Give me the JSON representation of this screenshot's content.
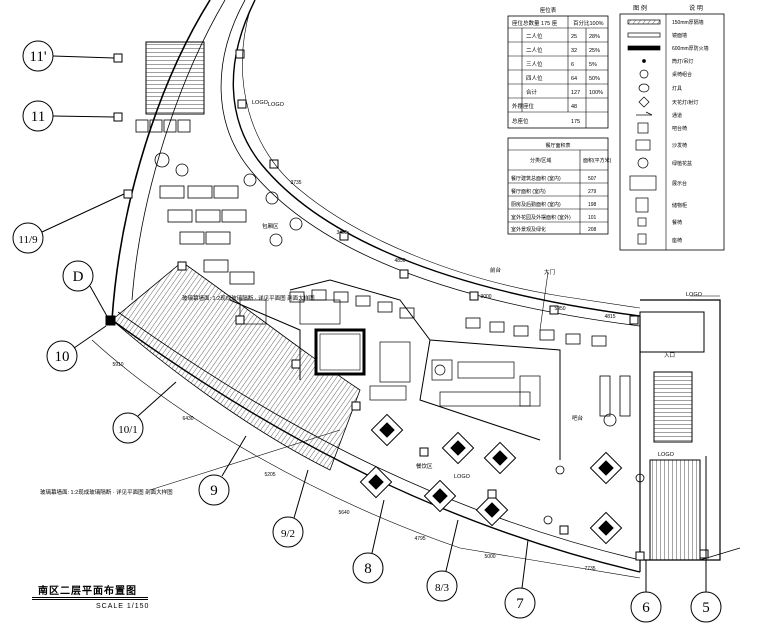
{
  "grid_labels": [
    "11'",
    "11",
    "11/9",
    "D",
    "10",
    "10/1",
    "9",
    "9/2",
    "8",
    "8/3",
    "7",
    "6",
    "5"
  ],
  "dimensions": [
    "5910",
    "6430",
    "5205",
    "5640",
    "4795",
    "5000",
    "7735",
    "3735",
    "3405",
    "4850",
    "3000",
    "5950",
    "4815"
  ],
  "labels": {
    "logo": "LOGO",
    "entrance": "入口",
    "main_entrance": "大门",
    "reception": "前台",
    "annotation_left": "玻璃幕墙面: 1:2现成玻璃隔断 · 详见平面图 剖面大样图",
    "area_a": "包厢区",
    "area_b": "餐饮区",
    "bar": "吧台"
  },
  "title_block": {
    "title": "南区二层平面布置图",
    "scale": "SCALE 1/150"
  },
  "seat_table": {
    "heading": "座位表",
    "header_row": [
      "座位总数量 175 座",
      "百分比100%"
    ],
    "rows": [
      [
        "二人位",
        "25",
        "28%"
      ],
      [
        "二人位",
        "32",
        "25%"
      ],
      [
        "三人位",
        "6",
        "5%"
      ],
      [
        "四人位",
        "64",
        "50%"
      ],
      [
        "合计",
        "127",
        "100%"
      ],
      [
        "外摆座位",
        "48",
        ""
      ],
      [
        "总座位",
        "175",
        ""
      ]
    ]
  },
  "area_table": {
    "heading": "餐厅面积表",
    "header_row": [
      "分类/区域",
      "面积(平方米)"
    ],
    "rows": [
      [
        "餐厅建筑总面积 (室内)",
        "507"
      ],
      [
        "餐厅面积 (室内)",
        "279"
      ],
      [
        "厨房及后勤面积 (室内)",
        "198"
      ],
      [
        "室外花园及外摆面积 (室外)",
        "101"
      ],
      [
        "室外景观及绿化",
        "208"
      ]
    ]
  },
  "legend": {
    "heading_symbol": "图 例",
    "heading_desc": "说 明",
    "items": [
      "150mm厚隔墙",
      "镜面墙",
      "600mm厚防火墙",
      "筒灯/吊灯",
      "桌椅组合",
      "灯具",
      "天花灯/射灯",
      "通道",
      "吧台椅",
      "沙发椅",
      "绿植花盆",
      "展示台",
      "储物柜",
      "餐椅",
      "座椅"
    ]
  }
}
